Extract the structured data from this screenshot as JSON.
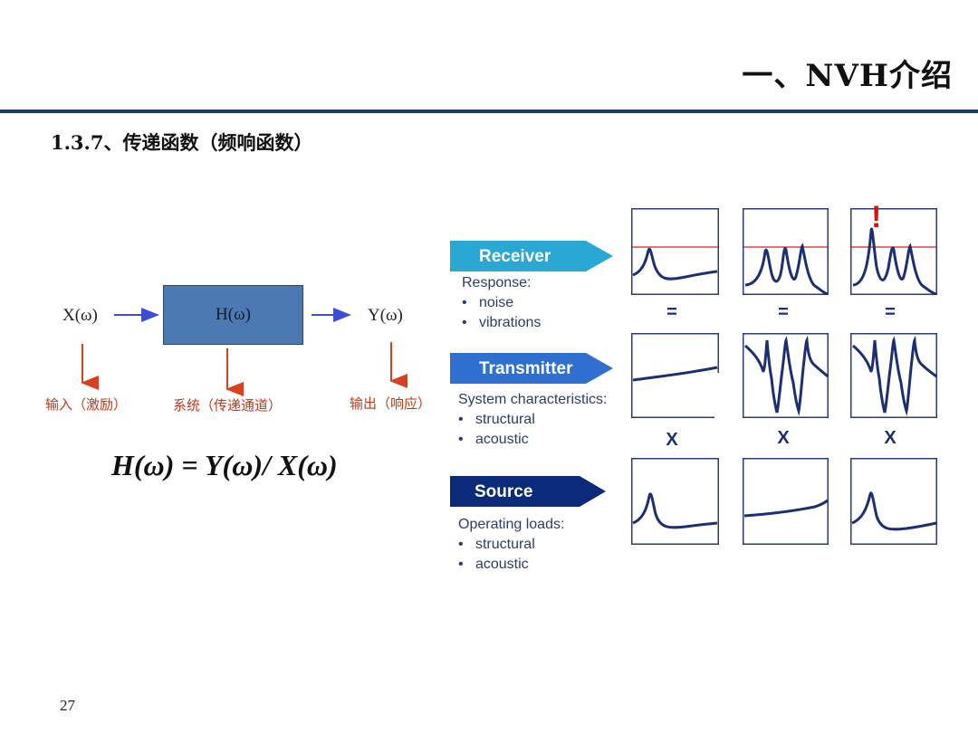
{
  "header": {
    "title": "一、NVH介绍",
    "subtitle": "1.3.7、传递函数（频响函数）",
    "page_number": "27"
  },
  "diagram": {
    "input_symbol": "X(ω)",
    "system_symbol": "H(ω)",
    "output_symbol": "Y(ω)",
    "input_label": "输入（激励）",
    "system_label": "系统（传递通道）",
    "output_label": "输出（响应）",
    "formula": "H(ω) = Y(ω)/ X(ω)"
  },
  "receiver": {
    "label": "Receiver",
    "heading": "Response:",
    "items": [
      "noise",
      "vibrations"
    ]
  },
  "transmitter": {
    "label": "Transmitter",
    "heading": "System characteristics:",
    "items": [
      "structural",
      "acoustic"
    ]
  },
  "source": {
    "label": "Source",
    "heading": "Operating loads:",
    "items": [
      "structural",
      "acoustic"
    ]
  },
  "operators": {
    "equals": "=",
    "times": "X",
    "warning": "!",
    "bullet": "•"
  },
  "colors": {
    "receiver": "#2aa8d4",
    "transmitter": "#2f6fcf",
    "source": "#0b2b7a",
    "curve": "#1c2f73",
    "limit_line": "#d02020",
    "accent_red": "#c23a1a",
    "rule": "#1f3f6b"
  }
}
